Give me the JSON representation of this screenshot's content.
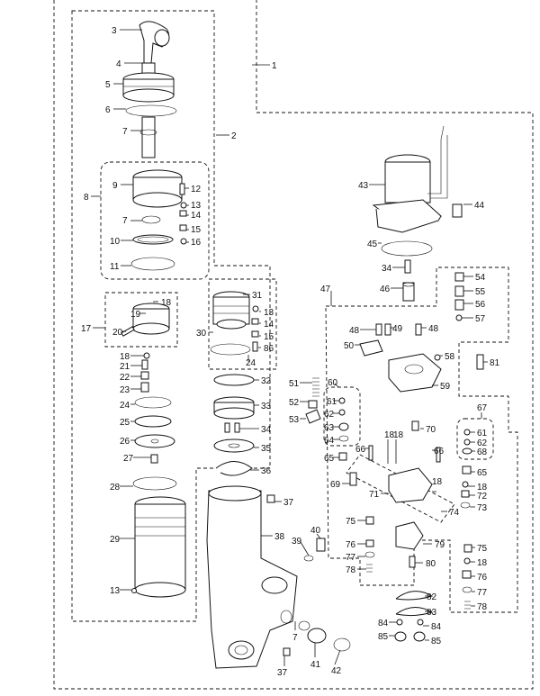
{
  "labels": [
    "1",
    "2",
    "3",
    "4",
    "5",
    "6",
    "7",
    "8",
    "9",
    "10",
    "11",
    "12",
    "13",
    "14",
    "15",
    "16",
    "17",
    "18",
    "19",
    "20",
    "21",
    "22",
    "23",
    "24",
    "25",
    "26",
    "27",
    "28",
    "29",
    "30",
    "31",
    "32",
    "33",
    "34",
    "35",
    "36",
    "37",
    "38",
    "39",
    "40",
    "41",
    "42",
    "43",
    "44",
    "45",
    "46",
    "47",
    "48",
    "49",
    "50",
    "51",
    "52",
    "53",
    "54",
    "55",
    "56",
    "57",
    "58",
    "59",
    "60",
    "61",
    "62",
    "63",
    "64",
    "65",
    "66",
    "67",
    "68",
    "69",
    "70",
    "71",
    "72",
    "73",
    "74",
    "75",
    "76",
    "77",
    "78",
    "79",
    "80",
    "81",
    "82",
    "83",
    "84",
    "85",
    "86"
  ]
}
